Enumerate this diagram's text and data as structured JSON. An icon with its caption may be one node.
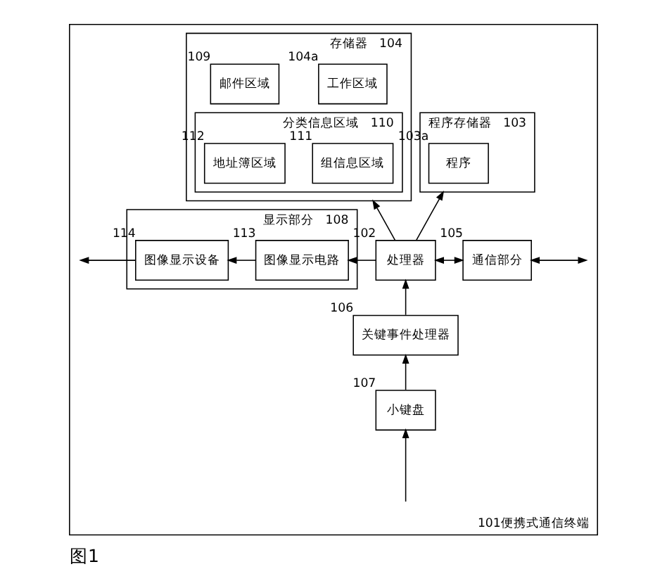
{
  "diagram": {
    "caption": "图1",
    "nodes": [
      {
        "text": [
          "101便携式通信终端"
        ]
      },
      {
        "text": [
          "程序存储器"
        ],
        "in": 0,
        "beside": [
          "103"
        ]
      },
      {
        "text": [
          "程序"
        ],
        "in": 1,
        "beside": [
          "103a"
        ]
      },
      {
        "text": [
          "存储器"
        ],
        "in": 0,
        "beside": [
          "104"
        ]
      },
      {
        "text": [
          "工作区域"
        ],
        "in": 3,
        "beside": [
          "104a"
        ]
      },
      {
        "text": [
          "邮件区域"
        ],
        "in": 3,
        "beside": [
          "109"
        ]
      },
      {
        "text": [
          "分类信息区域"
        ],
        "in": 3,
        "beside": [
          "110"
        ]
      },
      {
        "text": [
          "组信息区域"
        ],
        "in": 6,
        "beside": [
          "111"
        ]
      },
      {
        "text": [
          "地址簿区域"
        ],
        "in": 6,
        "beside": [
          "112"
        ]
      },
      {
        "text": [
          "显示部分"
        ],
        "in": 0,
        "beside": [
          "108"
        ]
      },
      {
        "text": [
          "图像显示设备"
        ],
        "in": 9,
        "beside": [
          "114"
        ]
      },
      {
        "text": [
          "图像显示电路"
        ],
        "in": 9,
        "beside": [
          "113"
        ]
      },
      {
        "text": [
          "处理器"
        ],
        "in": 0,
        "beside": [
          "102"
        ]
      },
      {
        "text": [
          "通信部分"
        ],
        "in": 0,
        "beside": [
          "105"
        ]
      },
      {
        "text": [
          "关键事件处理器"
        ],
        "in": 0,
        "beside": [
          "106"
        ]
      },
      {
        "text": [
          "小键盘"
        ],
        "in": 0,
        "beside": [
          "107"
        ]
      }
    ],
    "edges": [
      {
        "from": 12,
        "to": 1,
        "arrow": "to"
      },
      {
        "from": 12,
        "to": 3,
        "arrow": "to"
      },
      {
        "from": 12,
        "to": 11,
        "arrow": "to"
      },
      {
        "from": 11,
        "to": 10,
        "arrow": "to"
      },
      {
        "from": 10,
        "to": null,
        "arrow": "to"
      },
      {
        "from": 12,
        "to": 13,
        "arrow": "both"
      },
      {
        "from": 13,
        "to": null,
        "arrow": "both"
      },
      {
        "from": 14,
        "to": 12,
        "arrow": "to"
      },
      {
        "from": 15,
        "to": 14,
        "arrow": "to"
      },
      {
        "from": null,
        "to": 15,
        "arrow": "to"
      }
    ]
  }
}
